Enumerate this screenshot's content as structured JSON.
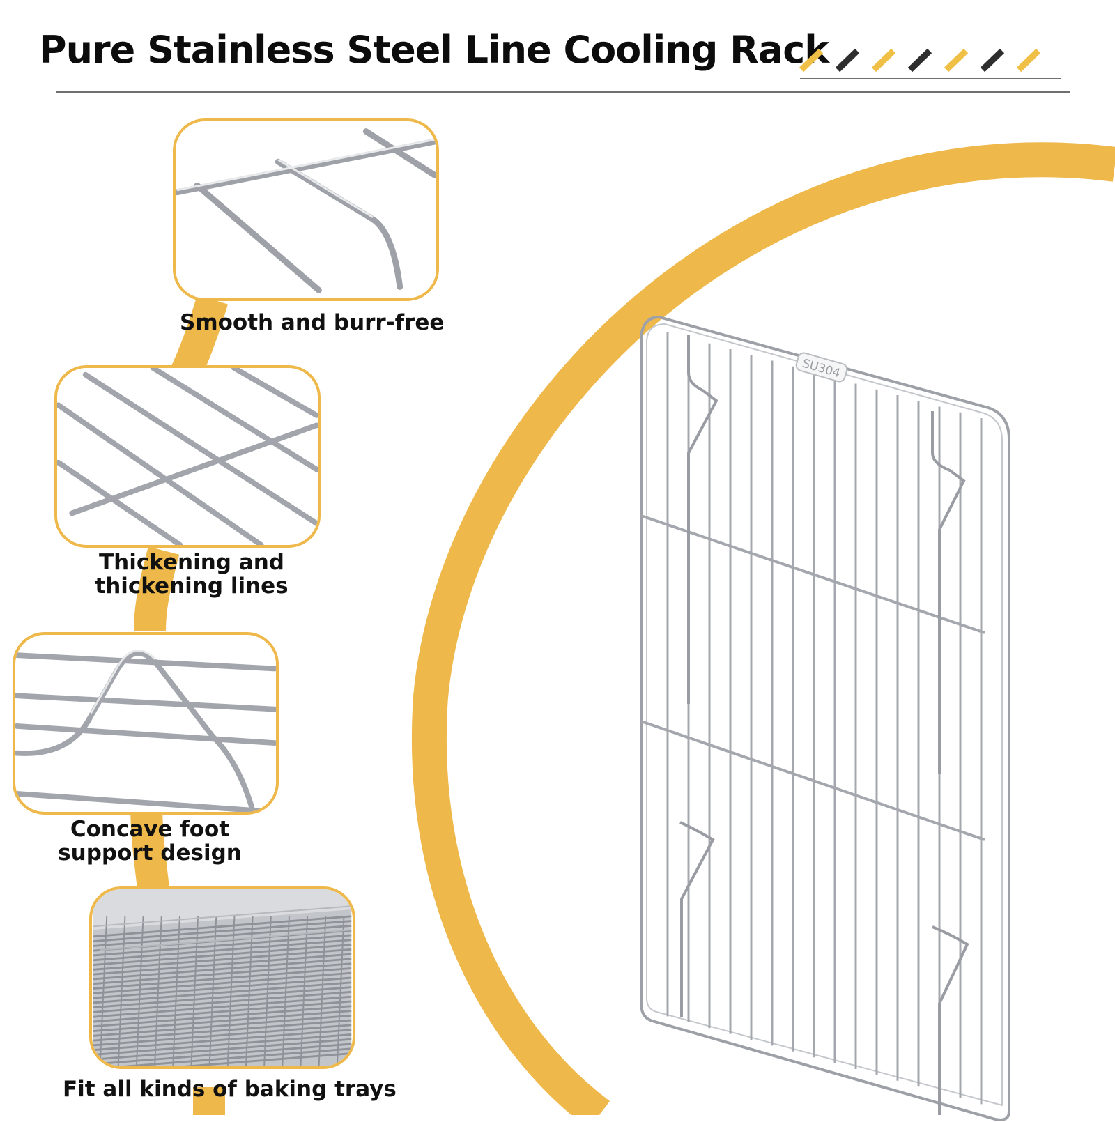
{
  "header": {
    "title": "Pure Stainless Steel Line Cooling Rack",
    "stripe_colors": [
      "#f0c046",
      "#2e2e2e"
    ]
  },
  "colors": {
    "accent": "#eeb84a",
    "title_text": "#0c0c0c",
    "wire": "#a8abb0",
    "rule": "#6f6f6f"
  },
  "product": {
    "stamp": "SU304"
  },
  "features": [
    {
      "caption": "Smooth and burr-free",
      "icon": "wire-corner-closeup"
    },
    {
      "caption_line1": "Thickening and",
      "caption_line2": "thickening lines",
      "icon": "wire-grid-closeup"
    },
    {
      "caption_line1": "Concave foot",
      "caption_line2": "support design",
      "icon": "wire-foot-closeup"
    },
    {
      "caption": "Fit all kinds of baking trays",
      "icon": "rack-on-tray-closeup"
    }
  ]
}
